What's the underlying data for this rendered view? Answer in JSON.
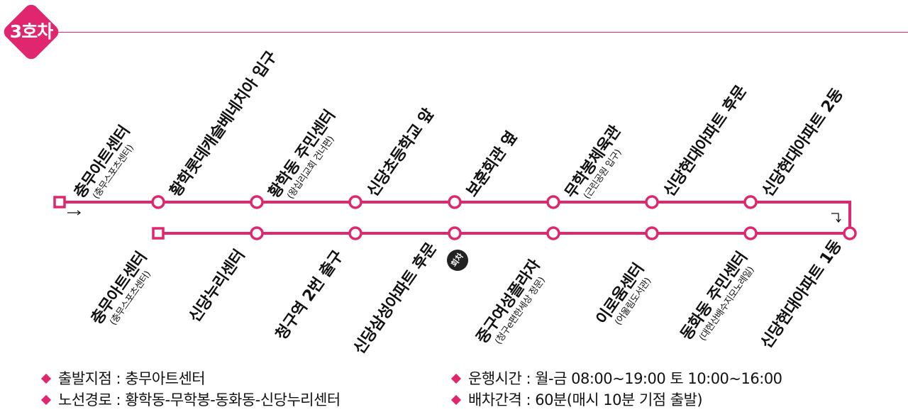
{
  "route_name": "3호차",
  "colors": {
    "accent": "#e0266f",
    "turn_badge": "#222222"
  },
  "turn_badge_label": "회차",
  "outbound": [
    {
      "name": "충무아트센터",
      "sub": "(충무스포츠센터)"
    },
    {
      "name": "황학롯데캐슬베네치아 입구",
      "sub": ""
    },
    {
      "name": "황학동 주민센터",
      "sub": "(왕십리교회 건너편)"
    },
    {
      "name": "신당초등학교 앞",
      "sub": ""
    },
    {
      "name": "보훈회관 옆",
      "sub": ""
    },
    {
      "name": "무학봉체육관",
      "sub": "(근린공원 입구)"
    },
    {
      "name": "신당현대아파트 후문",
      "sub": ""
    },
    {
      "name": "신당현대아파트 2동",
      "sub": ""
    }
  ],
  "inbound": [
    {
      "name": "충무아트센터",
      "sub": "(충무스포츠센터)"
    },
    {
      "name": "신당누리센터",
      "sub": ""
    },
    {
      "name": "청구역 2번 출구",
      "sub": ""
    },
    {
      "name": "신당삼성아파트 후문",
      "sub": ""
    },
    {
      "name": "중구여성플라자",
      "sub": "(청구e편한세상 정문)"
    },
    {
      "name": "이로움센터",
      "sub": "(어울림도서관)"
    },
    {
      "name": "동화동 주민센터",
      "sub": "(대현산배수지모노레일)"
    },
    {
      "name": "신당현대아파트 1동",
      "sub": ""
    }
  ],
  "info": {
    "start_point": "출발지점 : 충무아트센터",
    "route": "노선경로 : 황학동-무학봉-동화동-신당누리센터",
    "hours": "운행시간 : 월-금 08:00~19:00 토 10:00~16:00",
    "interval": "배차간격 : 60분(매시 10분 기점 출발)"
  }
}
